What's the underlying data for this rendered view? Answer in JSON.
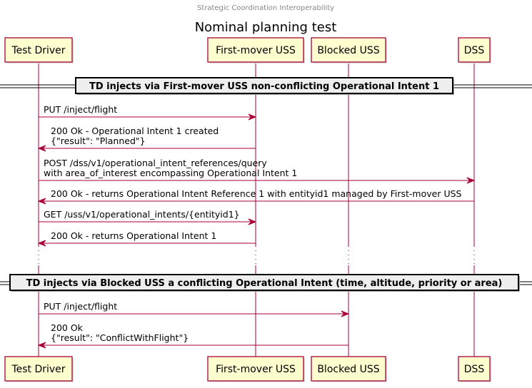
{
  "header": "Strategic Coordination Interoperability",
  "title": "Nominal planning test",
  "participants": [
    {
      "id": "td",
      "label": "Test Driver"
    },
    {
      "id": "fm",
      "label": "First-mover USS"
    },
    {
      "id": "bl",
      "label": "Blocked USS"
    },
    {
      "id": "dss",
      "label": "DSS"
    }
  ],
  "dividers": [
    {
      "label": "TD injects via First-mover USS non-conflicting Operational Intent 1"
    },
    {
      "label": "TD injects via Blocked USS a conflicting Operational Intent (time, altitude, priority or area)"
    }
  ],
  "messages": [
    {
      "from": "td",
      "to": "fm",
      "lines": [
        "PUT /inject/flight"
      ]
    },
    {
      "from": "fm",
      "to": "td",
      "lines": [
        "200 Ok - Operational Intent 1 created",
        "{\"result\": \"Planned\"}"
      ]
    },
    {
      "from": "td",
      "to": "dss",
      "lines": [
        "POST /dss/v1/operational_intent_references/query",
        "with area_of_interest encompassing Operational Intent 1"
      ]
    },
    {
      "from": "dss",
      "to": "td",
      "lines": [
        "200 Ok - returns Operational Intent Reference 1 with entityid1 managed by First-mover USS"
      ]
    },
    {
      "from": "td",
      "to": "fm",
      "lines": [
        "GET /uss/v1/operational_intents/{entityid1}"
      ]
    },
    {
      "from": "fm",
      "to": "td",
      "lines": [
        "200 Ok - returns Operational Intent 1"
      ]
    },
    {
      "from": "td",
      "to": "bl",
      "lines": [
        "PUT /inject/flight"
      ]
    },
    {
      "from": "bl",
      "to": "td",
      "lines": [
        "200 Ok",
        "{\"result\": \"ConflictWithFlight\"}"
      ]
    }
  ],
  "colors": {
    "participant_fill": "#FEFECE",
    "participant_border": "#A80036",
    "arrow": "#A80036",
    "divider_fill": "#EEEEEE"
  }
}
